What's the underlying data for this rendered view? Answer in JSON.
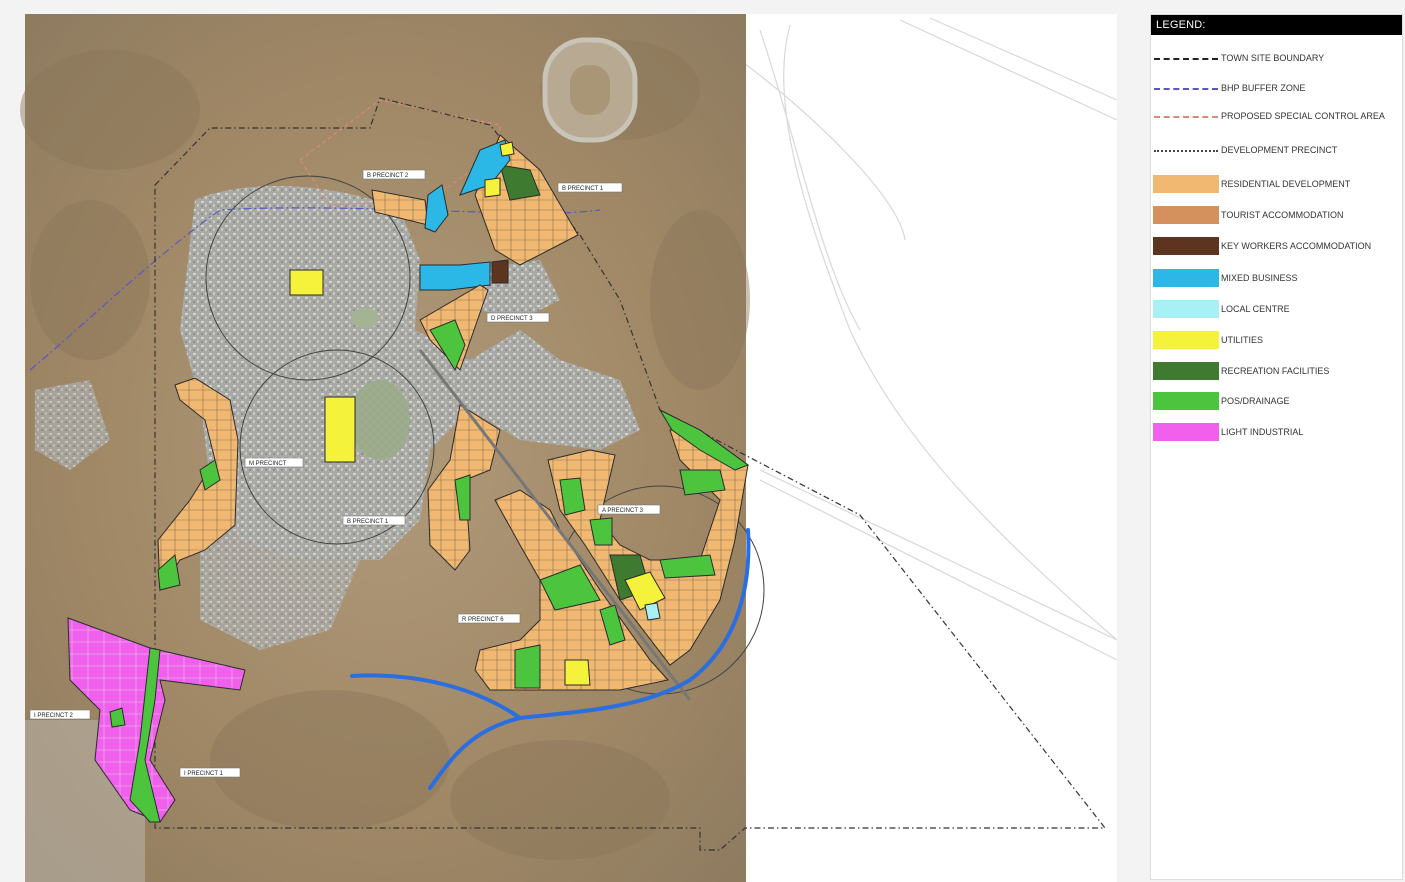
{
  "legend": {
    "title": "LEGEND:",
    "items": [
      {
        "label": "TOWN SITE BOUNDARY",
        "kind": "line",
        "style": "dashdot",
        "color": "#222222"
      },
      {
        "label": "BHP BUFFER ZONE",
        "kind": "line",
        "style": "dashdot",
        "color": "#5a56c8"
      },
      {
        "label": "PROPOSED SPECIAL CONTROL AREA",
        "kind": "line",
        "style": "dashed",
        "color": "#d88a7a"
      },
      {
        "label": "DEVELOPMENT PRECINCT",
        "kind": "line",
        "style": "dotted",
        "color": "#444444"
      },
      {
        "label": "RESIDENTIAL DEVELOPMENT",
        "kind": "fill",
        "color": "#f0b870"
      },
      {
        "label": "TOURIST ACCOMMODATION",
        "kind": "fill",
        "color": "#d4915e"
      },
      {
        "label": "KEY WORKERS ACCOMMODATION",
        "kind": "fill",
        "color": "#5c3420"
      },
      {
        "label": "MIXED BUSINESS",
        "kind": "fill",
        "color": "#2cb8e6"
      },
      {
        "label": "LOCAL CENTRE",
        "kind": "fill",
        "color": "#a8f0f4"
      },
      {
        "label": "UTILITIES",
        "kind": "fill",
        "color": "#f4f23a"
      },
      {
        "label": "RECREATION FACILITIES",
        "kind": "fill",
        "color": "#3e7a30"
      },
      {
        "label": "POS/DRAINAGE",
        "kind": "fill",
        "color": "#4cc43e"
      },
      {
        "label": "LIGHT INDUSTRIAL",
        "kind": "fill",
        "color": "#f060ec"
      }
    ]
  },
  "precincts": [
    "B PRECINCT 2",
    "B PRECINCT 1",
    "D PRECINCT 3",
    "M PRECINCT",
    "B PRECINCT 1",
    "A PRECINCT 3",
    "R PRECINCT 6",
    "I PRECINCT 2",
    "I PRECINCT 1"
  ],
  "colors": {
    "terrain": "#a89478",
    "town": "#b4b4b4",
    "river": "#2a6ee0"
  }
}
